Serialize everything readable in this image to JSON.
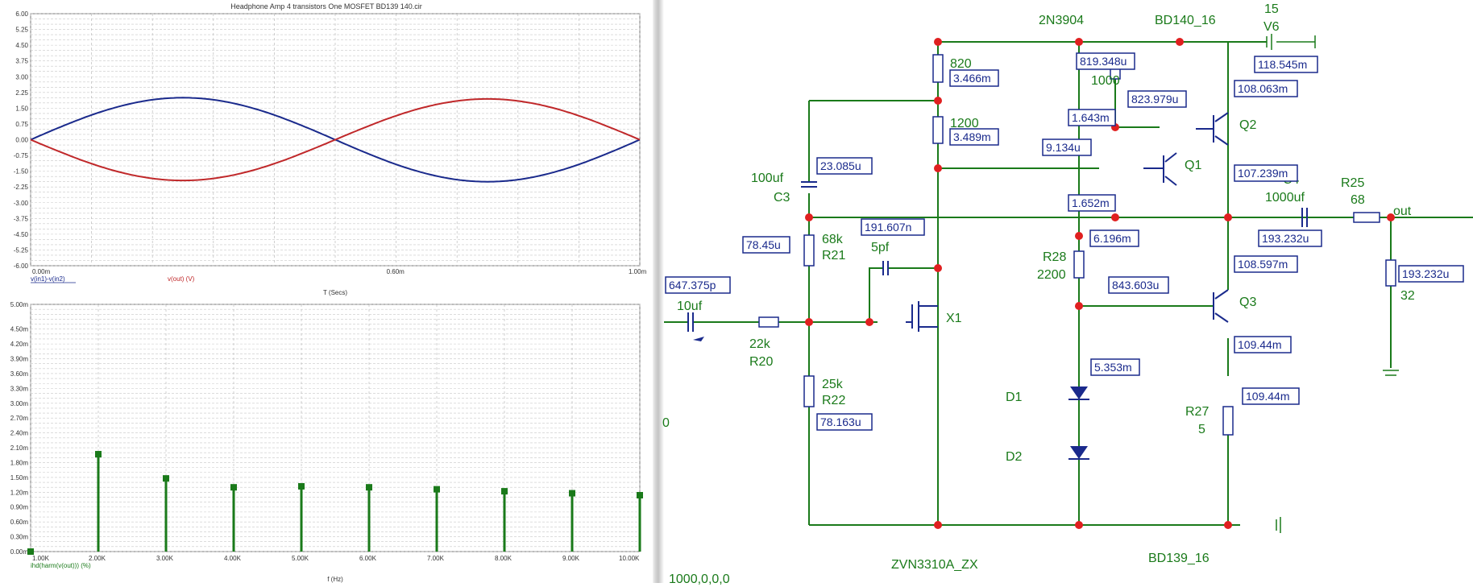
{
  "plot_window": {
    "title": "Headphone Amp 4 transistors One MOSFET BD139 140.cir"
  },
  "chart_data": [
    {
      "type": "line",
      "title": "Headphone Amp 4 transistors One MOSFET BD139 140.cir",
      "xlabel": "T (Secs)",
      "x_ticks": [
        "0.00m",
        "0.60m",
        "1.00m"
      ],
      "xlim": [
        0,
        1.0
      ],
      "ylim": [
        -6,
        6
      ],
      "y_ticks": [
        "6.00",
        "5.25",
        "4.50",
        "3.75",
        "3.00",
        "2.25",
        "1.50",
        "0.75",
        "0.00",
        "-0.75",
        "-1.50",
        "-2.25",
        "-3.00",
        "-3.75",
        "-4.50",
        "-5.25",
        "-6.00"
      ],
      "grid": true,
      "series": [
        {
          "name": "v(in1)-v(in2)",
          "color": "#1a2a8c",
          "x": [
            0,
            0.05,
            0.1,
            0.15,
            0.2,
            0.25,
            0.3,
            0.35,
            0.4,
            0.45,
            0.5,
            0.55,
            0.6,
            0.65,
            0.7,
            0.75,
            0.8,
            0.85,
            0.9,
            0.95,
            1.0
          ],
          "values": [
            0,
            0.62,
            1.18,
            1.62,
            1.9,
            2.0,
            1.9,
            1.62,
            1.18,
            0.62,
            0,
            -0.62,
            -1.18,
            -1.62,
            -1.9,
            -2.0,
            -1.9,
            -1.62,
            -1.18,
            -0.62,
            0
          ]
        },
        {
          "name": "v(out) (V)",
          "color": "#c0282a",
          "x": [
            0,
            0.05,
            0.1,
            0.15,
            0.2,
            0.25,
            0.3,
            0.35,
            0.4,
            0.45,
            0.5,
            0.55,
            0.6,
            0.65,
            0.7,
            0.75,
            0.8,
            0.85,
            0.9,
            0.95,
            1.0
          ],
          "values": [
            0,
            -0.6,
            -1.14,
            -1.57,
            -1.84,
            -1.94,
            -1.84,
            -1.57,
            -1.14,
            -0.6,
            0,
            0.6,
            1.14,
            1.57,
            1.84,
            1.94,
            1.84,
            1.57,
            1.14,
            0.6,
            0
          ]
        }
      ]
    },
    {
      "type": "bar",
      "xlabel": "f (Hz)",
      "x_ticks": [
        "1.00K",
        "2.00K",
        "3.00K",
        "4.00K",
        "5.00K",
        "6.00K",
        "7.00K",
        "8.00K",
        "9.00K",
        "10.00K"
      ],
      "xlim": [
        1,
        10
      ],
      "ylim": [
        0,
        5.0
      ],
      "y_ticks": [
        "5.00m",
        "4.50m",
        "4.20m",
        "3.90m",
        "3.60m",
        "3.30m",
        "3.00m",
        "2.70m",
        "2.40m",
        "2.10m",
        "1.80m",
        "1.50m",
        "1.20m",
        "0.90m",
        "0.60m",
        "0.30m",
        "0.00m"
      ],
      "grid": true,
      "series": [
        {
          "name": "ihd(harm(v(out))) (%)",
          "color": "#1a7a1a",
          "x": [
            1,
            2,
            3,
            4,
            5,
            6,
            7,
            8,
            9,
            10
          ],
          "values": [
            0.0,
            1.97,
            1.48,
            1.3,
            1.32,
            1.3,
            1.26,
            1.22,
            1.18,
            1.14
          ]
        }
      ]
    }
  ],
  "schematic": {
    "components": {
      "transistor_2n3904": "2N3904",
      "transistor_bd140": "BD140_16",
      "transistor_bd139": "BD139_16",
      "mosfet_model": "ZVN3310A_ZX",
      "supply_value": "15",
      "supply_name": "V6",
      "r820": "820",
      "r1200": "1200",
      "r1000": "1000",
      "c_100uf": "100uf",
      "c3": "C3",
      "r_68k": "68k",
      "r21": "R21",
      "c_5pf": "5pf",
      "c_10uf": "10uf",
      "r_22k": "22k",
      "r20": "R20",
      "r_25k": "25k",
      "r22": "R22",
      "x1": "X1",
      "q1": "Q1",
      "q2": "Q2",
      "q3": "Q3",
      "r28": "R28",
      "r28_value": "2200",
      "d1": "D1",
      "d2": "D2",
      "r27": "R27",
      "r27_value": "5",
      "c4": "C4",
      "c4_value": "1000uf",
      "r25": "R25",
      "r25_value": "68",
      "out": "out",
      "load_value": "32",
      "left_edge_text": "0",
      "bottom_left_text": "1000,0,0,0"
    },
    "readouts": {
      "r820_current": "3.466m",
      "r1200_current": "3.489m",
      "r1000_current": "819.348u",
      "q1_collector": "823.979u",
      "q1_node": "1.643m",
      "q1_base": "9.134u",
      "q1_emitter": "1.652m",
      "c3_current": "23.085u",
      "r21_current": "78.45u",
      "c5pf_current": "191.607n",
      "input_current": "647.375p",
      "r22_current": "78.163u",
      "q2_collector": "108.063m",
      "q2_emitter": "107.239m",
      "supply_current": "118.545m",
      "output_current": "193.232u",
      "load_current": "193.232u",
      "r28_current": "6.196m",
      "q3_base": "843.603u",
      "q3_collector": "108.597m",
      "q3_emitter": "109.44m",
      "d1_current": "5.353m",
      "r27_current": "109.44m"
    }
  }
}
